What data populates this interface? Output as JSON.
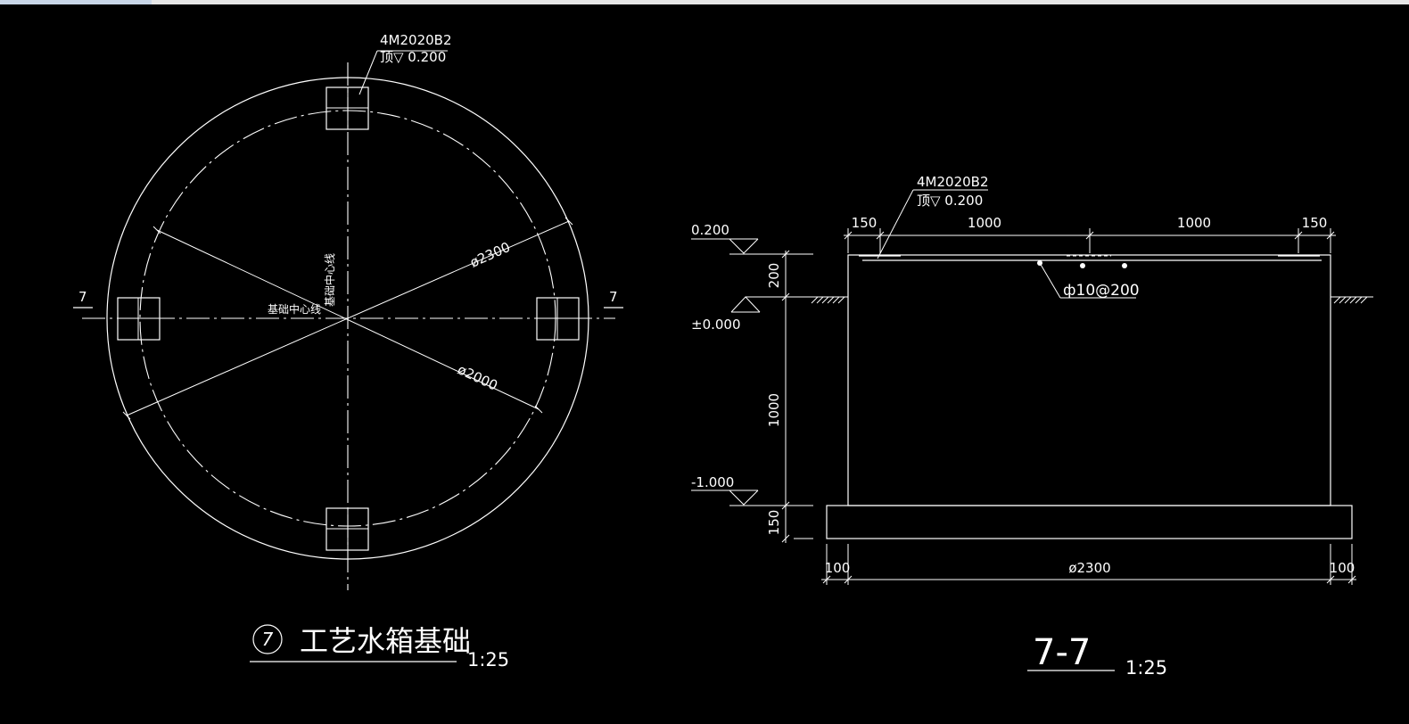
{
  "plan": {
    "embed_code": "4M2020B2",
    "embed_top": "顶▽ 0.200",
    "section_mark_left": "7",
    "section_mark_right": "7",
    "dia_outer": "ø2300",
    "dia_inner": "ø2000",
    "center_h": "基础中心线",
    "center_v": "基础中心线",
    "title_number": "7",
    "title_text": "工艺水箱基础",
    "title_scale": "1:25"
  },
  "section": {
    "embed_code": "4M2020B2",
    "embed_top": "顶▽ 0.200",
    "dim_top": [
      "150",
      "1000",
      "1000",
      "150"
    ],
    "level_top": "0.200",
    "level_ground": "±0.000",
    "level_bottom": "-1.000",
    "dim_left": [
      "200",
      "1000",
      "150"
    ],
    "rebar": "ф10@200",
    "dim_bottom": [
      "100",
      "ø2300",
      "100"
    ],
    "title": "7-7",
    "title_scale": "1:25"
  }
}
